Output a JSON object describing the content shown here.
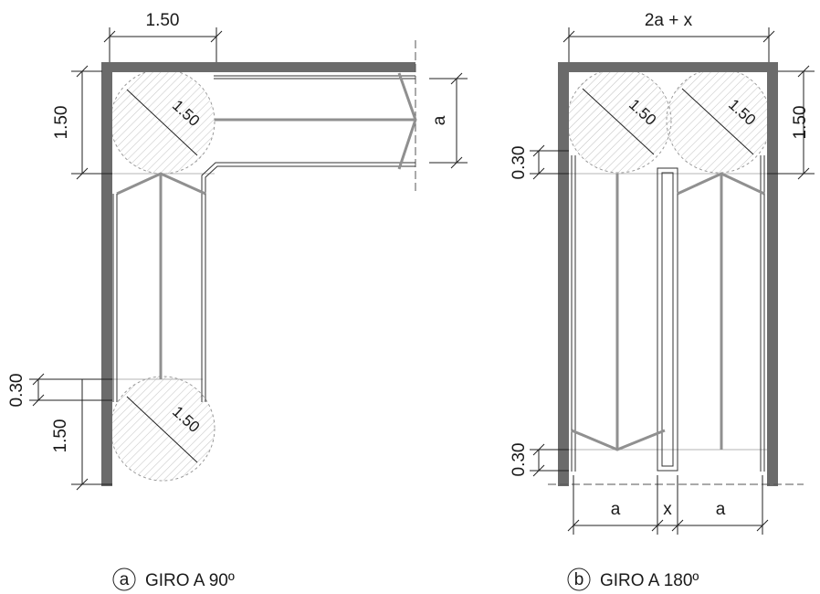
{
  "figure_a": {
    "dims": {
      "top_width": "1.50",
      "left_top": "1.50",
      "right_a": "a",
      "left_gap": "0.30",
      "left_bottom": "1.50"
    },
    "circle_labels": [
      "1.50",
      "1.50"
    ],
    "caption_letter": "a",
    "caption_text": "GIRO A 90º"
  },
  "figure_b": {
    "dims": {
      "top_width": "2a + x",
      "right_top": "1.50",
      "left_top_gap": "0.30",
      "left_bottom_gap": "0.30",
      "bottom_a1": "a",
      "bottom_x": "x",
      "bottom_a2": "a"
    },
    "circle_labels": [
      "1.50",
      "1.50"
    ],
    "caption_letter": "b",
    "caption_text": "GIRO A 180º"
  },
  "colors": {
    "wall": "#6b6b6b",
    "rail": "#8f8f8f",
    "hatch": "#c8c8c8",
    "line": "#222222",
    "guide": "#b5b5b5"
  }
}
